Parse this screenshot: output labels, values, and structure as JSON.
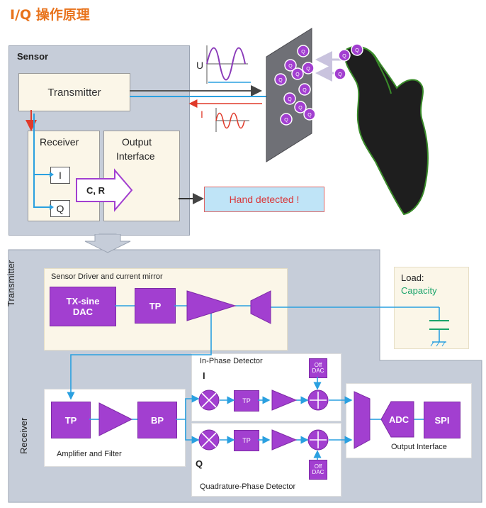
{
  "title": "I/Q 操作原理",
  "top": {
    "sensor_label": "Sensor",
    "transmitter": "Transmitter",
    "receiver": "Receiver",
    "output_interface_line1": "Output",
    "output_interface_line2": "Interface",
    "i_box": "I",
    "q_box": "Q",
    "cr_arrow": "C, R",
    "hand_detected": "Hand detected !",
    "u_label": "U",
    "i_label": "I",
    "charge_symbol": "Q"
  },
  "bottom": {
    "transmitter_side": "Transmitter",
    "receiver_side": "Receiver",
    "driver_title": "Sensor Driver and current mirror",
    "tx_sine_dac_line1": "TX-sine",
    "tx_sine_dac_line2": "DAC",
    "tp": "TP",
    "load_title": "Load:",
    "load_value": "Capacity",
    "amp_filter": "Amplifier and Filter",
    "bp": "BP",
    "in_phase_title": "In-Phase Detector",
    "quad_title": "Quadrature-Phase Detector",
    "i_mark": "I",
    "q_mark": "Q",
    "off_dac_line1": "Off",
    "off_dac_line2": "DAC",
    "adc": "ADC",
    "spi": "SPI",
    "output_interface": "Output Interface"
  },
  "colors": {
    "accent_orange": "#e8731c",
    "purple": "#a23fd0",
    "blue_line": "#2aa0e0",
    "red_line": "#e03a2a",
    "capacity_green": "#1aa36a",
    "panel_gray": "#c6cdd9"
  }
}
